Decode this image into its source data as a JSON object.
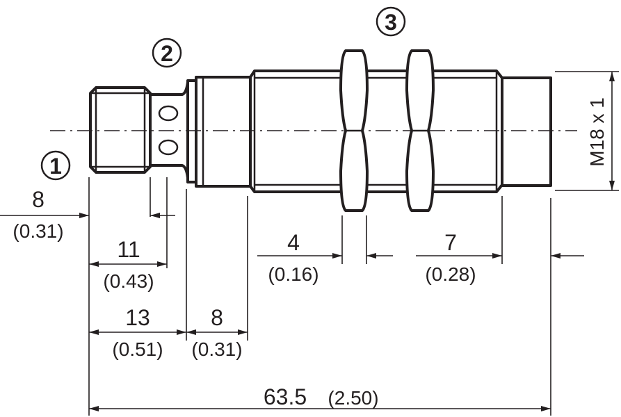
{
  "callouts": {
    "c1": "1",
    "c2": "2",
    "c3": "3"
  },
  "thread_label": "M18 x 1",
  "dimensions": {
    "connector": {
      "mm": "8",
      "in": "(0.31)"
    },
    "connector_neck": {
      "mm": "11",
      "in": "(0.43)"
    },
    "to_flange": {
      "mm": "13",
      "in": "(0.51)"
    },
    "flange_body": {
      "mm": "8",
      "in": "(0.31)"
    },
    "nut_width": {
      "mm": "4",
      "in": "(0.16)"
    },
    "cap_length": {
      "mm": "7",
      "in": "(0.28)"
    },
    "overall": {
      "mm": "63.5",
      "in": "(2.50)"
    }
  }
}
